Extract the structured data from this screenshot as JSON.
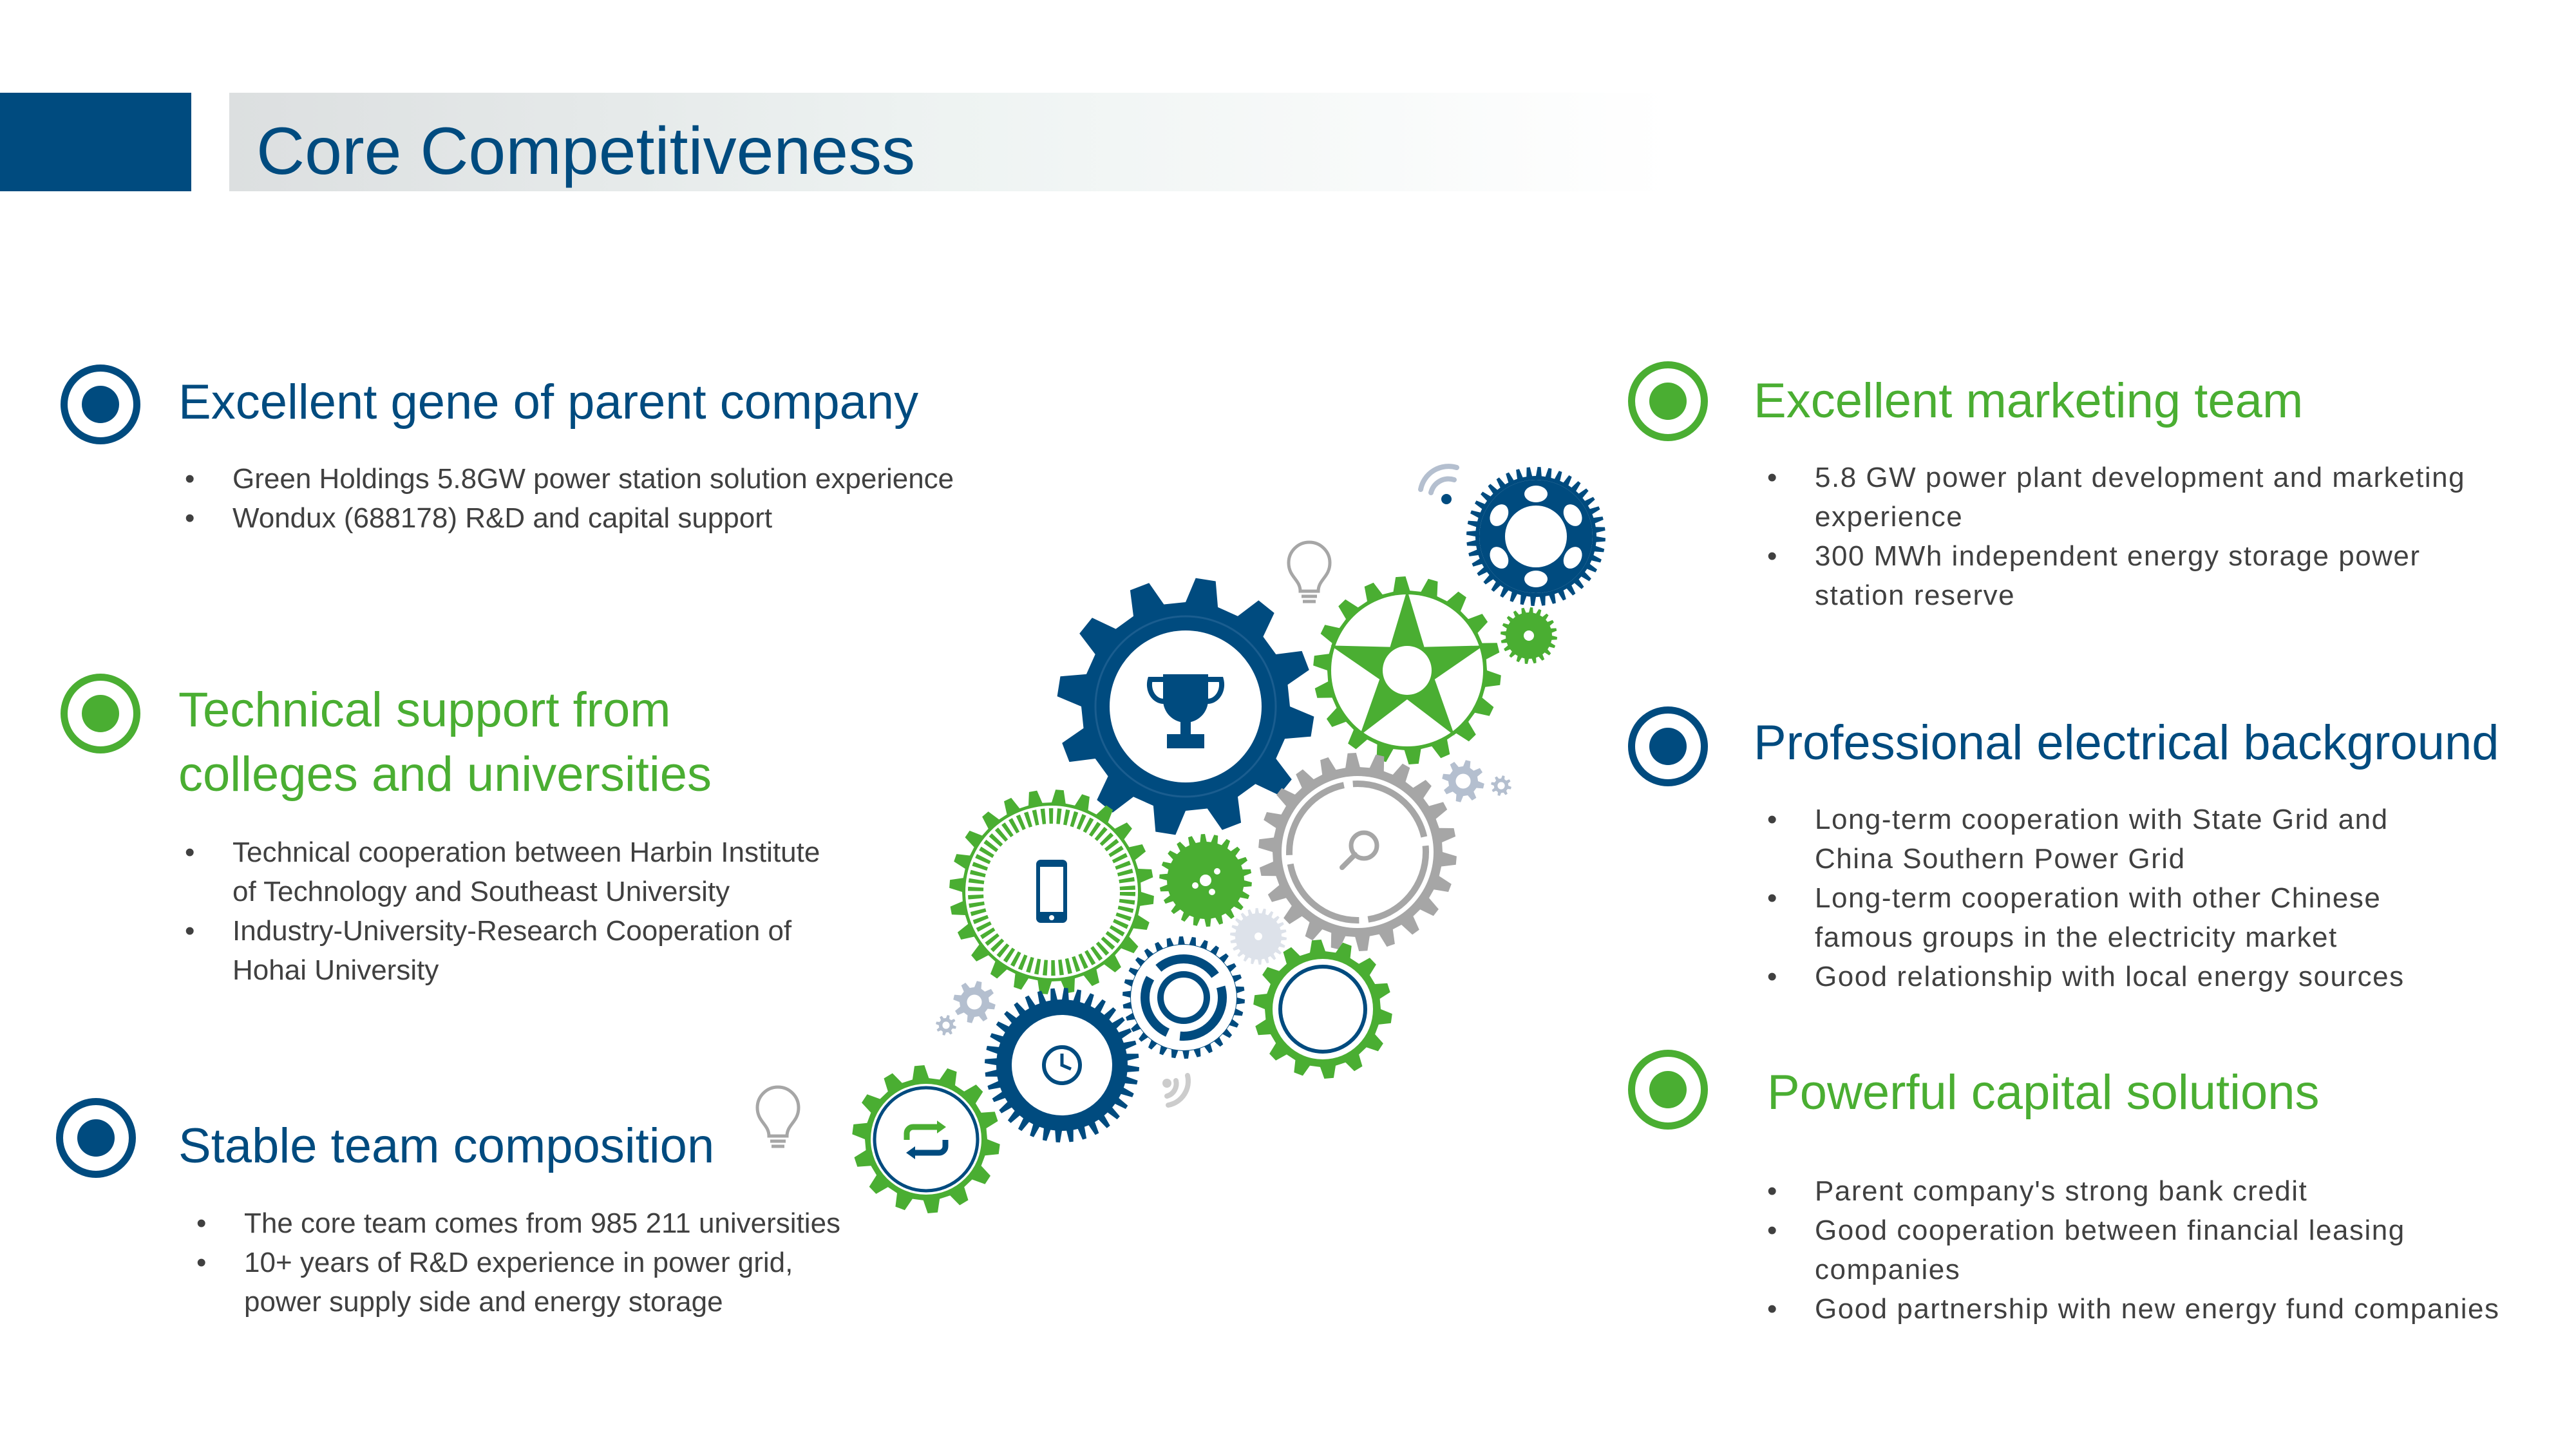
{
  "header": {
    "title": "Core Competitiveness"
  },
  "colors": {
    "blue": "#004b7f",
    "green": "#4aae32",
    "gray": "#a6a6a6",
    "lightgray": "#b4bfcf"
  },
  "left": [
    {
      "title": "Excellent gene of parent company",
      "bullets": [
        "Green Holdings 5.8GW power station solution experience",
        "Wondux (688178) R&D and capital support"
      ]
    },
    {
      "title_lines": [
        "Technical support from",
        "colleges and universities"
      ],
      "bullets": [
        [
          "Technical cooperation between Harbin Institute",
          "of Technology and Southeast University"
        ],
        [
          "Industry-University-Research Cooperation of",
          "Hohai University"
        ]
      ]
    },
    {
      "title": "Stable team composition",
      "bullets": [
        [
          "The core team comes from 985 211 universities"
        ],
        [
          "10+ years of R&D experience in power grid,",
          "power supply side and energy storage"
        ]
      ]
    }
  ],
  "right": [
    {
      "title": "Excellent marketing team",
      "bullets": [
        [
          "5.8 GW power plant development and marketing",
          "experience"
        ],
        [
          "300 MWh independent energy storage power",
          "station reserve"
        ]
      ]
    },
    {
      "title": "Professional electrical background",
      "bullets": [
        [
          "Long-term cooperation with State Grid and",
          "China Southern Power Grid"
        ],
        [
          "Long-term cooperation with other Chinese",
          "famous groups in the electricity market"
        ],
        [
          "Good relationship with local energy sources"
        ]
      ]
    },
    {
      "title": "Powerful capital solutions",
      "bullets": [
        [
          "Parent company's strong bank credit"
        ],
        [
          "Good cooperation between financial leasing",
          "companies"
        ],
        [
          "Good partnership with new energy fund companies"
        ]
      ]
    }
  ],
  "illustration_icons": [
    "trophy-icon",
    "star-icon",
    "phone-icon",
    "magnifier-icon",
    "clock-icon",
    "repeat-icon",
    "lightbulb-icon",
    "wifi-icon"
  ]
}
